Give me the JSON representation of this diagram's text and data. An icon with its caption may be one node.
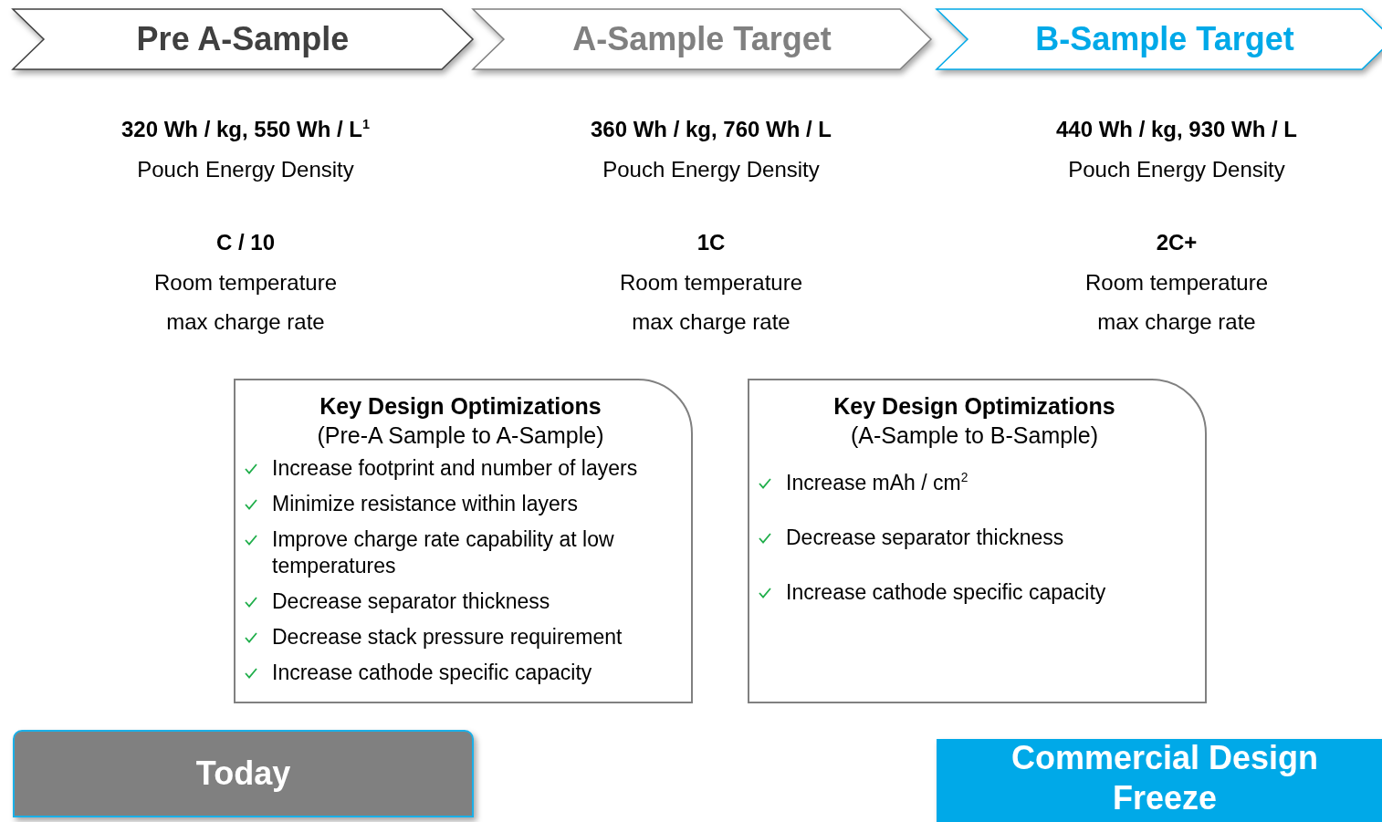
{
  "diagram": {
    "nodes": [
      {
        "text": [
          "Pre A-Sample"
        ]
      },
      {
        "text": [
          "A-Sample Target"
        ]
      },
      {
        "text": [
          "B-Sample Target"
        ]
      },
      {
        "text": [
          "Key Design Optimizations",
          "(Pre-A Sample to A-Sample)",
          "Increase footprint and number of layers",
          "Minimize resistance within layers",
          "Improve charge rate capability at low temperatures",
          "Decrease separator thickness",
          "Decrease stack pressure requirement",
          "Increase cathode specific capacity"
        ]
      },
      {
        "text": [
          "Key Design Optimizations",
          "(A-Sample to B-Sample)",
          "Increase mAh / cm$^{2}$",
          "Decrease separator thickness",
          "Increase cathode specific capacity"
        ]
      },
      {
        "text": [
          "Today"
        ]
      },
      {
        "text": [
          "Commercial Design Freeze"
        ]
      }
    ],
    "labels": [
      "320 Wh / kg, 550 Wh / L$^{1}$",
      "360 Wh / kg, 760 Wh / L",
      "440 Wh / kg, 930 Wh / L",
      "Pouch Energy Density",
      "Pouch Energy Density",
      "Pouch Energy Density",
      "C / 10",
      "1C",
      "2C+",
      "Room temperature",
      "Room temperature",
      "Room temperature",
      "max charge rate",
      "max charge rate",
      "max charge rate"
    ]
  }
}
